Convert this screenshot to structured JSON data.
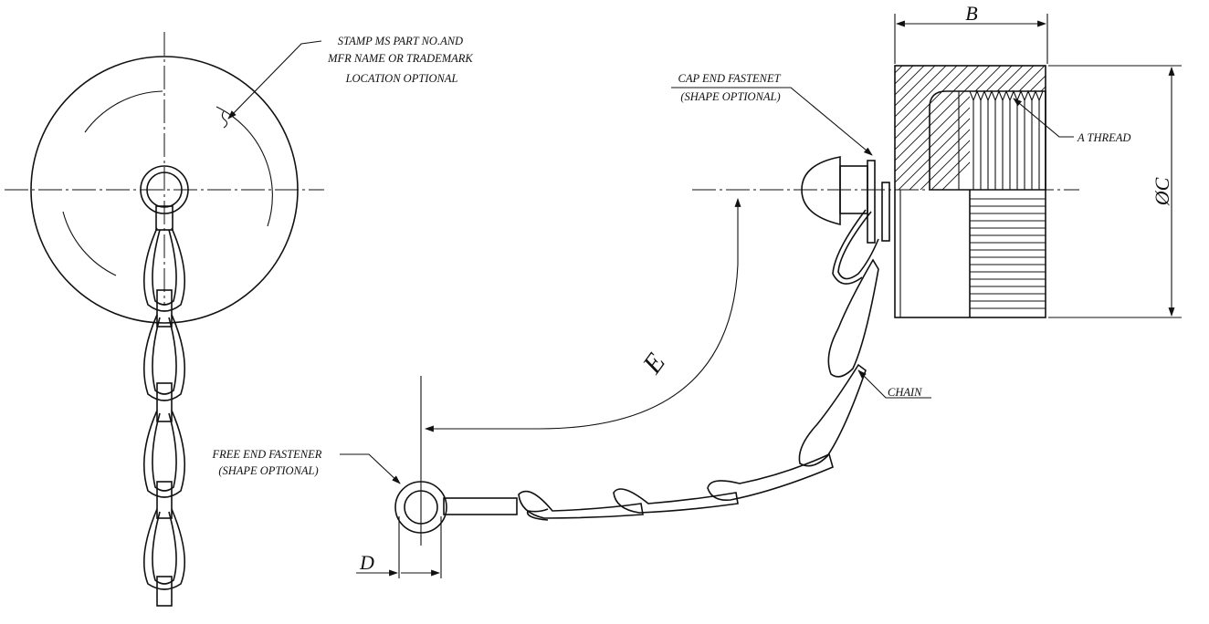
{
  "labels": {
    "stamp_note": [
      "STAMP MS PART NO.AND",
      "MFR NAME OR TRADEMARK",
      "LOCATION OPTIONAL"
    ],
    "cap_end_fastener": [
      "CAP END FASTENET",
      "(SHAPE OPTIONAL)"
    ],
    "free_end_fastener": [
      "FREE END FASTENER",
      "(SHAPE OPTIONAL)"
    ],
    "thread": "A THREAD",
    "chain": "CHAIN"
  },
  "dimensions": {
    "b": "B",
    "c": "ØC",
    "d": "D",
    "e": "E"
  }
}
